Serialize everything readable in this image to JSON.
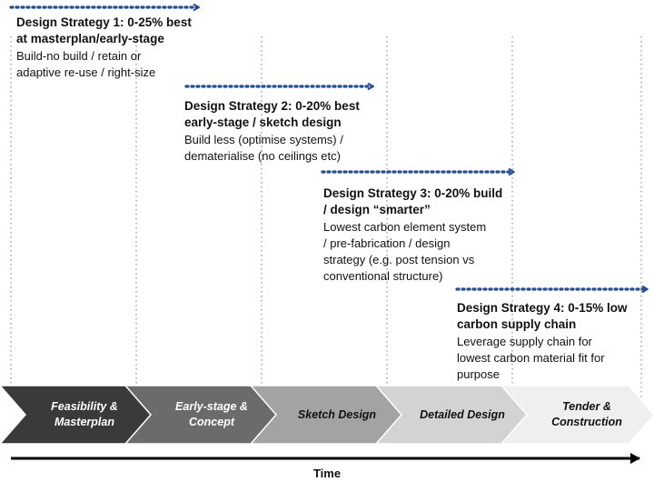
{
  "strategies": [
    {
      "title": "Design Strategy 1: 0-25% best\nat masterplan/early-stage",
      "description": "Build-no build / retain or\nadaptive re-use / right-size"
    },
    {
      "title": "Design Strategy 2: 0-20% best\nearly-stage / sketch design",
      "description": "Build less (optimise systems) /\ndematerialise (no ceilings etc)"
    },
    {
      "title": "Design Strategy 3: 0-20% build\n/ design “smarter”",
      "description": "Lowest carbon element system\n/ pre-fabrication / design\nstrategy (e.g. post tension vs\nconventional structure)"
    },
    {
      "title": "Design Strategy 4: 0-15% low\ncarbon supply chain",
      "description": "Leverage supply chain for\nlowest carbon material fit for\npurpose"
    }
  ],
  "stages": [
    {
      "label": "Feasibility &\nMasterplan",
      "fill": "#3a3a3a",
      "text_color": "#ffffff"
    },
    {
      "label": "Early-stage &\nConcept",
      "fill": "#6b6b6b",
      "text_color": "#ffffff"
    },
    {
      "label": "Sketch Design",
      "fill": "#a3a3a3",
      "text_color": "#111111"
    },
    {
      "label": "Detailed Design",
      "fill": "#d3d3d3",
      "text_color": "#111111"
    },
    {
      "label": "Tender &\nConstruction",
      "fill": "#efefef",
      "text_color": "#111111"
    }
  ],
  "time_label": "Time",
  "colors": {
    "arrow_blue": "#1f4e9c",
    "gridline": "#bdbdbd",
    "axis": "#000000"
  }
}
